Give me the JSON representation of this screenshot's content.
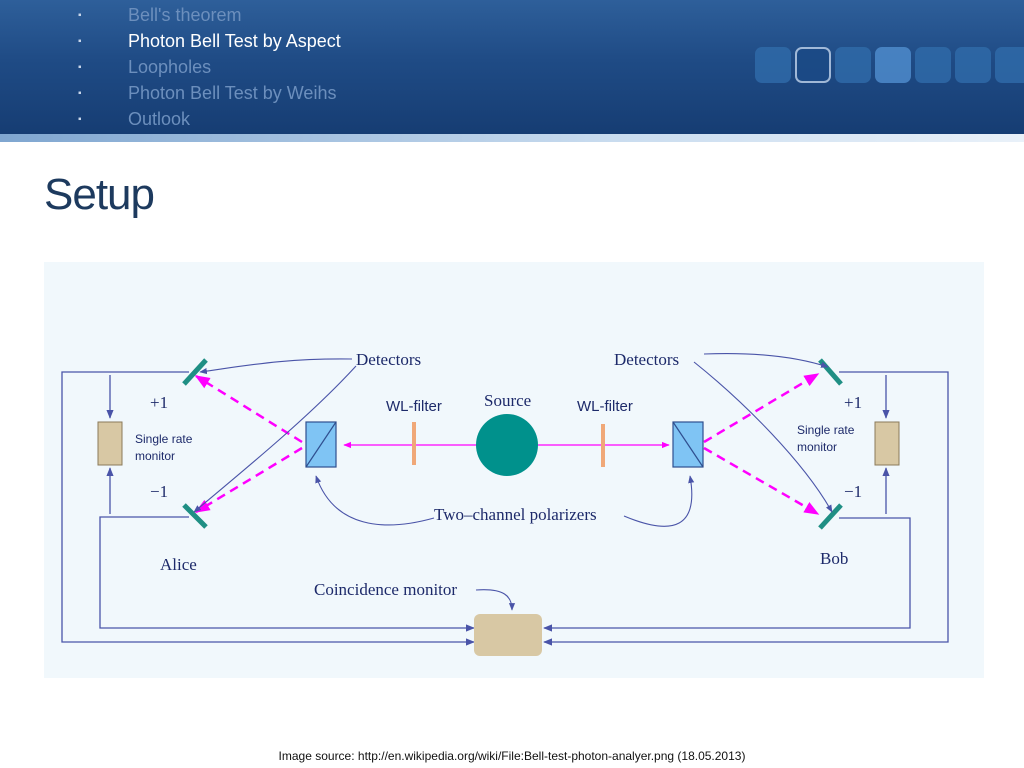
{
  "outline": {
    "items": [
      {
        "label": "Bell's theorem",
        "active": false
      },
      {
        "label": "Photon Bell Test by Aspect",
        "active": true
      },
      {
        "label": "Loopholes",
        "active": false
      },
      {
        "label": "Photon Bell Test by Weihs",
        "active": false
      },
      {
        "label": "Outlook",
        "active": false
      }
    ],
    "bullet": "▪"
  },
  "slide": {
    "title": "Setup",
    "caption": "Image source: http://en.wikipedia.org/wiki/File:Bell-test-photon-analyer.png (18.05.2013)"
  },
  "diagram": {
    "labels": {
      "detectors_left": "Detectors",
      "detectors_right": "Detectors",
      "source": "Source",
      "wl_filter_left": "WL-filter",
      "wl_filter_right": "WL-filter",
      "plus_one_left": "+1",
      "minus_one_left": "−1",
      "plus_one_right": "+1",
      "minus_one_right": "−1",
      "single_rate_left_1": "Single rate",
      "single_rate_left_2": "monitor",
      "single_rate_right_1": "Single rate",
      "single_rate_right_2": "monitor",
      "two_channel": "Two–channel polarizers",
      "alice": "Alice",
      "bob": "Bob",
      "coincidence": "Coincidence monitor"
    },
    "colors": {
      "source": "#00918c",
      "detector": "#1f8f84",
      "beam": "#ff00ff",
      "filter": "#f0a878",
      "polarizer": "#7fc4f4",
      "monitor": "#d8c8a4",
      "wire": "#4a54a8",
      "background": "#f1f8fc"
    }
  }
}
